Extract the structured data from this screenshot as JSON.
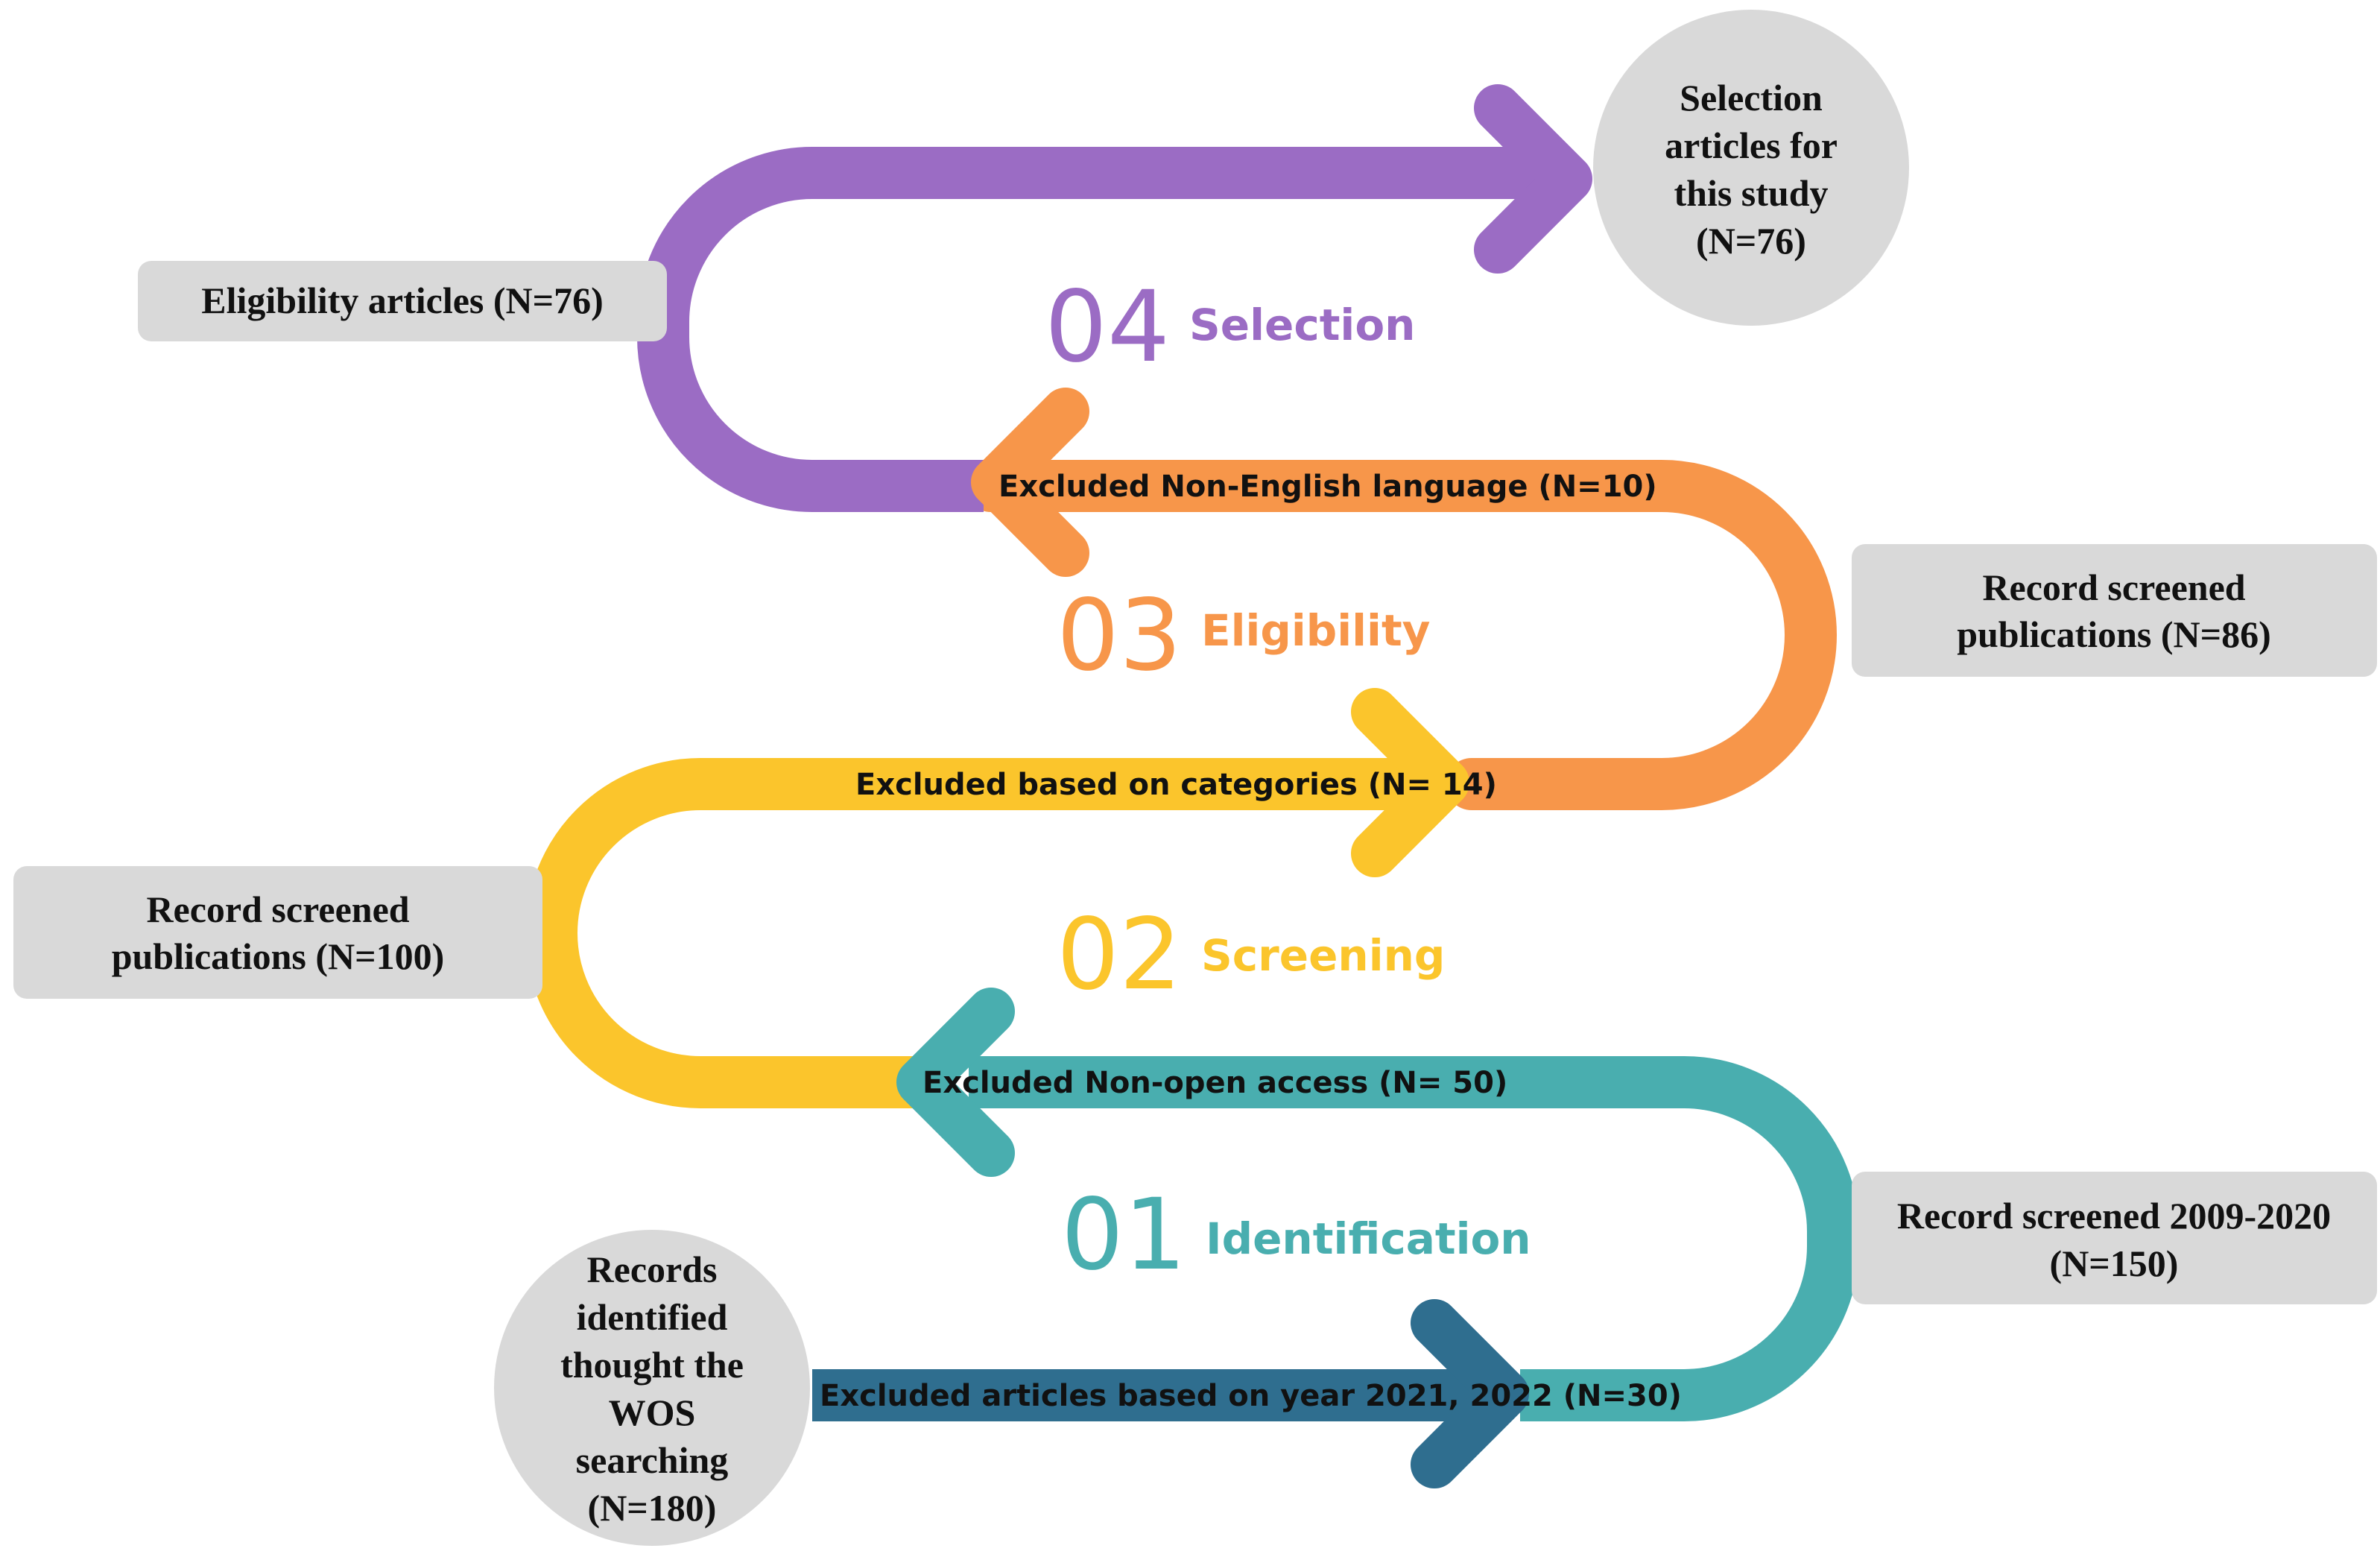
{
  "colors": {
    "selection": "#9b6cc4",
    "eligibility": "#f7964a",
    "screening": "#fbc52c",
    "identification": "#49aeaf",
    "identification_dark": "#2f6e8f",
    "box": "#d9d9d9"
  },
  "stages": [
    {
      "num": "04",
      "name": "Selection"
    },
    {
      "num": "03",
      "name": "Eligibility"
    },
    {
      "num": "02",
      "name": "Screening"
    },
    {
      "num": "01",
      "name": "Identification"
    }
  ],
  "path_labels": {
    "non_english": "Excluded Non-English language (N=10)",
    "categories": "Excluded  based on categories (N= 14)",
    "non_open": "Excluded Non-open access (N= 50)",
    "year": "Excluded articles based on year 2021, 2022 (N=30)"
  },
  "boxes": {
    "selection_circle": [
      "Selection",
      "articles for",
      "this study",
      "(N=76)"
    ],
    "eligibility_articles": [
      "Eligibility articles (N=76)"
    ],
    "record_86": [
      "Record screened",
      "publications (N=86)"
    ],
    "record_100": [
      "Record screened",
      "publications (N=100)"
    ],
    "record_150": [
      "Record screened 2009-2020",
      "(N=150)"
    ],
    "records_identified": [
      "Records",
      "identified",
      "thought the",
      "WOS",
      "searching",
      "(N=180)"
    ]
  }
}
